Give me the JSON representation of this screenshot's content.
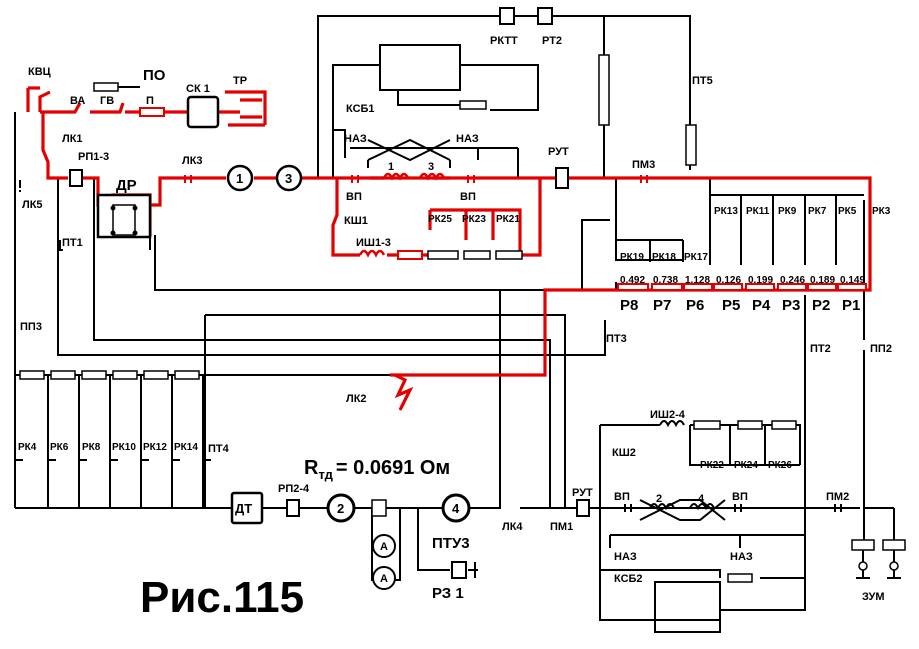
{
  "figure": {
    "caption": "Рис.115",
    "resistance_prefix": "R",
    "resistance_sub": "тд",
    "resistance_value": "= 0.0691 Ом"
  },
  "colors": {
    "active_path": "#e30000",
    "wire": "#000000",
    "background": "#ffffff"
  },
  "labels": {
    "kvc": "КВЦ",
    "va": "ВА",
    "gv": "ГВ",
    "po": "ПО",
    "p": "П",
    "sk1": "СК 1",
    "tr": "ТР",
    "lk1": "ЛК1",
    "rp13": "РП1-3",
    "dr": "ДР",
    "lk3": "ЛК3",
    "lk5": "ЛК5",
    "pt1": "ПТ1",
    "pp3": "ПП3",
    "rktt": "РКТТ",
    "rt2": "РТ2",
    "pt5": "ПТ5",
    "ksb1": "КСБ1",
    "naz_a": "НАЗ",
    "naz_b": "НАЗ",
    "vp_a": "ВП",
    "vp_b": "ВП",
    "w1": "1",
    "w3": "3",
    "ksh1": "КШ1",
    "ish13": "ИШ1-3",
    "rk25": "РК25",
    "rk23": "РК23",
    "rk21": "РК21",
    "rut_top": "РУТ",
    "pm3": "ПМ3",
    "rk13": "РК13",
    "rk11": "РК11",
    "rk9": "РК9",
    "rk7": "РК7",
    "rk5": "РК5",
    "rk3": "РК3",
    "rk19": "РК19",
    "rk18": "РК18",
    "rk17": "РК17",
    "pt3": "ПТ3",
    "pt2": "ПТ2",
    "pp2": "ПП2",
    "lk2": "ЛК2",
    "rk4": "РК4",
    "rk6": "РК6",
    "rk8": "РК8",
    "rk10": "РК10",
    "rk12": "РК12",
    "rk14": "РК14",
    "pt4": "ПТ4",
    "dt": "ДТ",
    "rp24": "РП2-4",
    "m2": "2",
    "m4": "4",
    "m1": "1",
    "m3": "3",
    "amp1": "А",
    "amp2": "А",
    "ptu3": "ПТУ3",
    "rz1": "РЗ 1",
    "lk4": "ЛК4",
    "pm1": "ПМ1",
    "rut_bot": "РУТ",
    "ish24": "ИШ2-4",
    "ksh2": "КШ2",
    "rk22": "РК22",
    "rk24": "РК24",
    "rk26": "РК26",
    "vp_c": "ВП",
    "vp_d": "ВП",
    "w2": "2",
    "w4": "4",
    "naz_c": "НАЗ",
    "naz_d": "НАЗ",
    "ksb2": "КСБ2",
    "pm2": "ПМ2",
    "zum": "ЗУМ"
  },
  "resistors": [
    {
      "name": "Р8",
      "value": "0.492"
    },
    {
      "name": "Р7",
      "value": "0.738"
    },
    {
      "name": "Р6",
      "value": "1.128"
    },
    {
      "name": "Р5",
      "value": "0.126"
    },
    {
      "name": "Р4",
      "value": "0.199"
    },
    {
      "name": "Р3",
      "value": "0.246"
    },
    {
      "name": "Р2",
      "value": "0.189"
    },
    {
      "name": "Р1",
      "value": "0.149"
    }
  ]
}
